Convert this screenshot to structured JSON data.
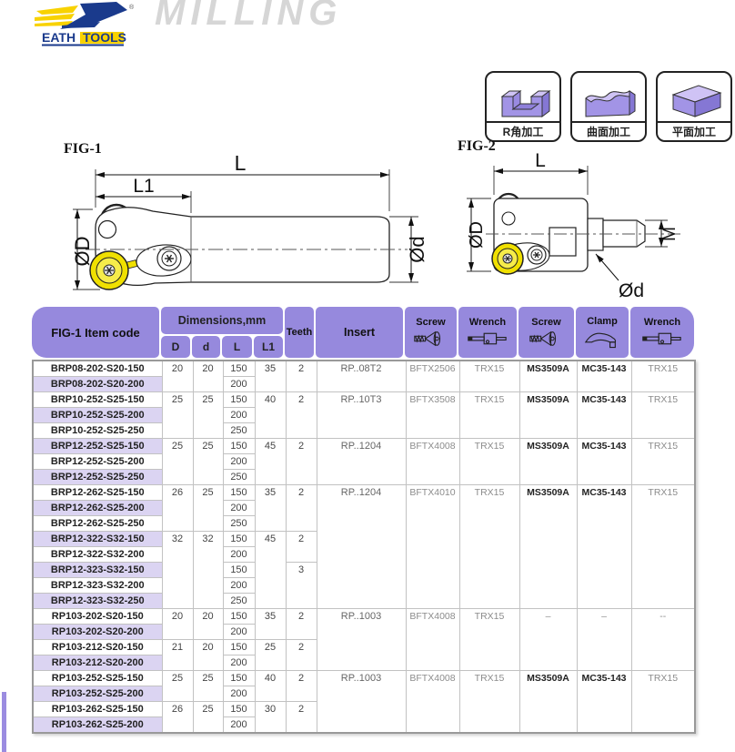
{
  "brand": {
    "logo_text_1": "EATH",
    "logo_text_2": "TOOLS",
    "registered_mark": "®",
    "series_title": "MILLING"
  },
  "machining_icons": [
    {
      "label": "R角加工"
    },
    {
      "label": "曲面加工"
    },
    {
      "label": "平面加工"
    }
  ],
  "figures": [
    {
      "label": "FIG-1",
      "dim_l": "L",
      "dim_l1": "L1",
      "dim_d_big": "ØD",
      "dim_d_small": "Ød"
    },
    {
      "label": "FIG-2",
      "dim_l": "L",
      "dim_d_big": "ØD",
      "dim_m": "M",
      "dim_d_small": "Ød"
    }
  ],
  "table": {
    "headers": {
      "item_code": "FIG-1 Item code",
      "dimensions": "Dimensions,mm",
      "dim_subs": [
        "D",
        "d",
        "L",
        "L1"
      ],
      "teeth": "Teeth",
      "insert": "Insert",
      "screw1": "Screw",
      "wrench1": "Wrench",
      "screw2": "Screw",
      "clamp": "Clamp",
      "wrench2": "Wrench"
    },
    "rows": [
      [
        {
          "t": "BRP08-202-S20-150",
          "c": "code"
        },
        {
          "t": "20",
          "rs": 2
        },
        {
          "t": "20",
          "rs": 2
        },
        {
          "t": "150"
        },
        {
          "t": "35",
          "rs": 2
        },
        {
          "t": "2",
          "rs": 2
        },
        {
          "t": "RP..08T2",
          "rs": 2,
          "c": "ins"
        },
        {
          "t": "BFTX2506",
          "rs": 2,
          "c": "scr"
        },
        {
          "t": "TRX15",
          "rs": 2,
          "c": "scr"
        },
        {
          "t": "MS3509A",
          "rs": 2,
          "c": "bld"
        },
        {
          "t": "MC35-143",
          "rs": 2,
          "c": "bld"
        },
        {
          "t": "TRX15",
          "rs": 2,
          "c": "scr"
        }
      ],
      [
        {
          "t": "BRP08-202-S20-200",
          "c": "code"
        },
        {
          "t": "200"
        }
      ],
      [
        {
          "t": "BRP10-252-S25-150",
          "c": "code"
        },
        {
          "t": "25",
          "rs": 3
        },
        {
          "t": "25",
          "rs": 3
        },
        {
          "t": "150"
        },
        {
          "t": "40",
          "rs": 3
        },
        {
          "t": "2",
          "rs": 3
        },
        {
          "t": "RP..10T3",
          "rs": 3,
          "c": "ins"
        },
        {
          "t": "BFTX3508",
          "rs": 3,
          "c": "scr"
        },
        {
          "t": "TRX15",
          "rs": 3,
          "c": "scr"
        },
        {
          "t": "MS3509A",
          "rs": 3,
          "c": "bld"
        },
        {
          "t": "MC35-143",
          "rs": 3,
          "c": "bld"
        },
        {
          "t": "TRX15",
          "rs": 3,
          "c": "scr"
        }
      ],
      [
        {
          "t": "BRP10-252-S25-200",
          "c": "code"
        },
        {
          "t": "200"
        }
      ],
      [
        {
          "t": "BRP10-252-S25-250",
          "c": "code"
        },
        {
          "t": "250"
        }
      ],
      [
        {
          "t": "BRP12-252-S25-150",
          "c": "code"
        },
        {
          "t": "25",
          "rs": 3
        },
        {
          "t": "25",
          "rs": 3
        },
        {
          "t": "150"
        },
        {
          "t": "45",
          "rs": 3
        },
        {
          "t": "2",
          "rs": 3
        },
        {
          "t": "RP..1204",
          "rs": 3,
          "c": "ins"
        },
        {
          "t": "BFTX4008",
          "rs": 3,
          "c": "scr"
        },
        {
          "t": "TRX15",
          "rs": 3,
          "c": "scr"
        },
        {
          "t": "MS3509A",
          "rs": 3,
          "c": "bld"
        },
        {
          "t": "MC35-143",
          "rs": 3,
          "c": "bld"
        },
        {
          "t": "TRX15",
          "rs": 3,
          "c": "scr"
        }
      ],
      [
        {
          "t": "BRP12-252-S25-200",
          "c": "code"
        },
        {
          "t": "200"
        }
      ],
      [
        {
          "t": "BRP12-252-S25-250",
          "c": "code"
        },
        {
          "t": "250"
        }
      ],
      [
        {
          "t": "BRP12-262-S25-150",
          "c": "code"
        },
        {
          "t": "26",
          "rs": 3
        },
        {
          "t": "25",
          "rs": 3
        },
        {
          "t": "150"
        },
        {
          "t": "35",
          "rs": 3
        },
        {
          "t": "2",
          "rs": 3
        },
        {
          "t": "RP..1204",
          "rs": 8,
          "c": "ins"
        },
        {
          "t": "BFTX4010",
          "rs": 8,
          "c": "scr"
        },
        {
          "t": "TRX15",
          "rs": 8,
          "c": "scr"
        },
        {
          "t": "MS3509A",
          "rs": 8,
          "c": "bld"
        },
        {
          "t": "MC35-143",
          "rs": 8,
          "c": "bld"
        },
        {
          "t": "TRX15",
          "rs": 8,
          "c": "scr"
        }
      ],
      [
        {
          "t": "BRP12-262-S25-200",
          "c": "code"
        },
        {
          "t": "200"
        }
      ],
      [
        {
          "t": "BRP12-262-S25-250",
          "c": "code"
        },
        {
          "t": "250"
        }
      ],
      [
        {
          "t": "BRP12-322-S32-150",
          "c": "code"
        },
        {
          "t": "32",
          "rs": 5
        },
        {
          "t": "32",
          "rs": 5
        },
        {
          "t": "150"
        },
        {
          "t": "45",
          "rs": 5
        },
        {
          "t": "2",
          "rs": 2
        }
      ],
      [
        {
          "t": "BRP12-322-S32-200",
          "c": "code"
        },
        {
          "t": "200"
        }
      ],
      [
        {
          "t": "BRP12-323-S32-150",
          "c": "code"
        },
        {
          "t": "150"
        },
        {
          "t": "3",
          "rs": 3
        }
      ],
      [
        {
          "t": "BRP12-323-S32-200",
          "c": "code"
        },
        {
          "t": "200"
        }
      ],
      [
        {
          "t": "BRP12-323-S32-250",
          "c": "code"
        },
        {
          "t": "250"
        }
      ],
      [
        {
          "t": "RP103-202-S20-150",
          "c": "code"
        },
        {
          "t": "20",
          "rs": 2
        },
        {
          "t": "20",
          "rs": 2
        },
        {
          "t": "150"
        },
        {
          "t": "35",
          "rs": 2
        },
        {
          "t": "2",
          "rs": 2
        },
        {
          "t": "RP..1003",
          "rs": 4,
          "c": "ins"
        },
        {
          "t": "BFTX4008",
          "rs": 4,
          "c": "scr"
        },
        {
          "t": "TRX15",
          "rs": 4,
          "c": "scr"
        },
        {
          "t": "–",
          "rs": 4,
          "c": "scr"
        },
        {
          "t": "–",
          "rs": 4,
          "c": "scr"
        },
        {
          "t": "--",
          "rs": 4,
          "c": "scr"
        }
      ],
      [
        {
          "t": "RP103-202-S20-200",
          "c": "code"
        },
        {
          "t": "200"
        }
      ],
      [
        {
          "t": "RP103-212-S20-150",
          "c": "code"
        },
        {
          "t": "21",
          "rs": 2
        },
        {
          "t": "20",
          "rs": 2
        },
        {
          "t": "150"
        },
        {
          "t": "25",
          "rs": 2
        },
        {
          "t": "2",
          "rs": 2
        }
      ],
      [
        {
          "t": "RP103-212-S20-200",
          "c": "code"
        },
        {
          "t": "200"
        }
      ],
      [
        {
          "t": "RP103-252-S25-150",
          "c": "code"
        },
        {
          "t": "25",
          "rs": 2
        },
        {
          "t": "25",
          "rs": 2
        },
        {
          "t": "150"
        },
        {
          "t": "40",
          "rs": 2
        },
        {
          "t": "2",
          "rs": 2
        },
        {
          "t": "RP..1003",
          "rs": 4,
          "c": "ins"
        },
        {
          "t": "BFTX4008",
          "rs": 4,
          "c": "scr"
        },
        {
          "t": "TRX15",
          "rs": 4,
          "c": "scr"
        },
        {
          "t": "MS3509A",
          "rs": 4,
          "c": "bld"
        },
        {
          "t": "MC35-143",
          "rs": 4,
          "c": "bld"
        },
        {
          "t": "TRX15",
          "rs": 4,
          "c": "scr"
        }
      ],
      [
        {
          "t": "RP103-252-S25-200",
          "c": "code"
        },
        {
          "t": "200"
        }
      ],
      [
        {
          "t": "RP103-262-S25-150",
          "c": "code"
        },
        {
          "t": "26",
          "rs": 2
        },
        {
          "t": "25",
          "rs": 2
        },
        {
          "t": "150"
        },
        {
          "t": "30",
          "rs": 2
        },
        {
          "t": "2",
          "rs": 2
        }
      ],
      [
        {
          "t": "RP103-262-S25-200",
          "c": "code"
        },
        {
          "t": "200"
        }
      ]
    ]
  },
  "colors": {
    "header_purple": "#9689dd",
    "alt_row_purple": "#dbd4f2",
    "insert_yellow": "#f0e000",
    "title_gray": "#d6d6d6",
    "logo_blue": "#1a3a8c",
    "logo_yellow": "#f8d200"
  }
}
